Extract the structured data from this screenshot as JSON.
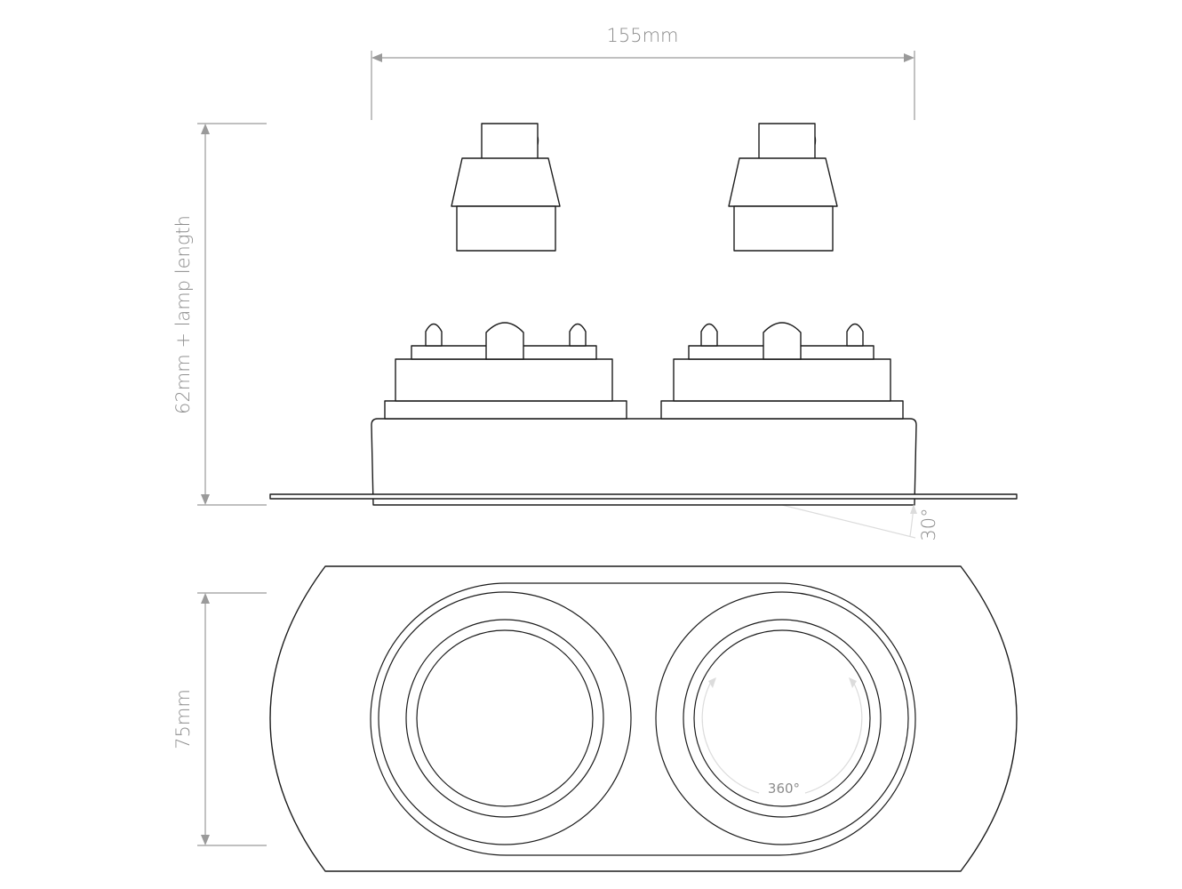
{
  "dimensions": {
    "width": "155mm",
    "height": "62mm + lamp length",
    "depth": "75mm",
    "tilt": "30°",
    "rotation": "360°"
  },
  "colors": {
    "outline": "#1c1c1c",
    "dimension": "#9a9a9a",
    "annotation_guide": "#dcdcdc",
    "background": "#ffffff"
  }
}
